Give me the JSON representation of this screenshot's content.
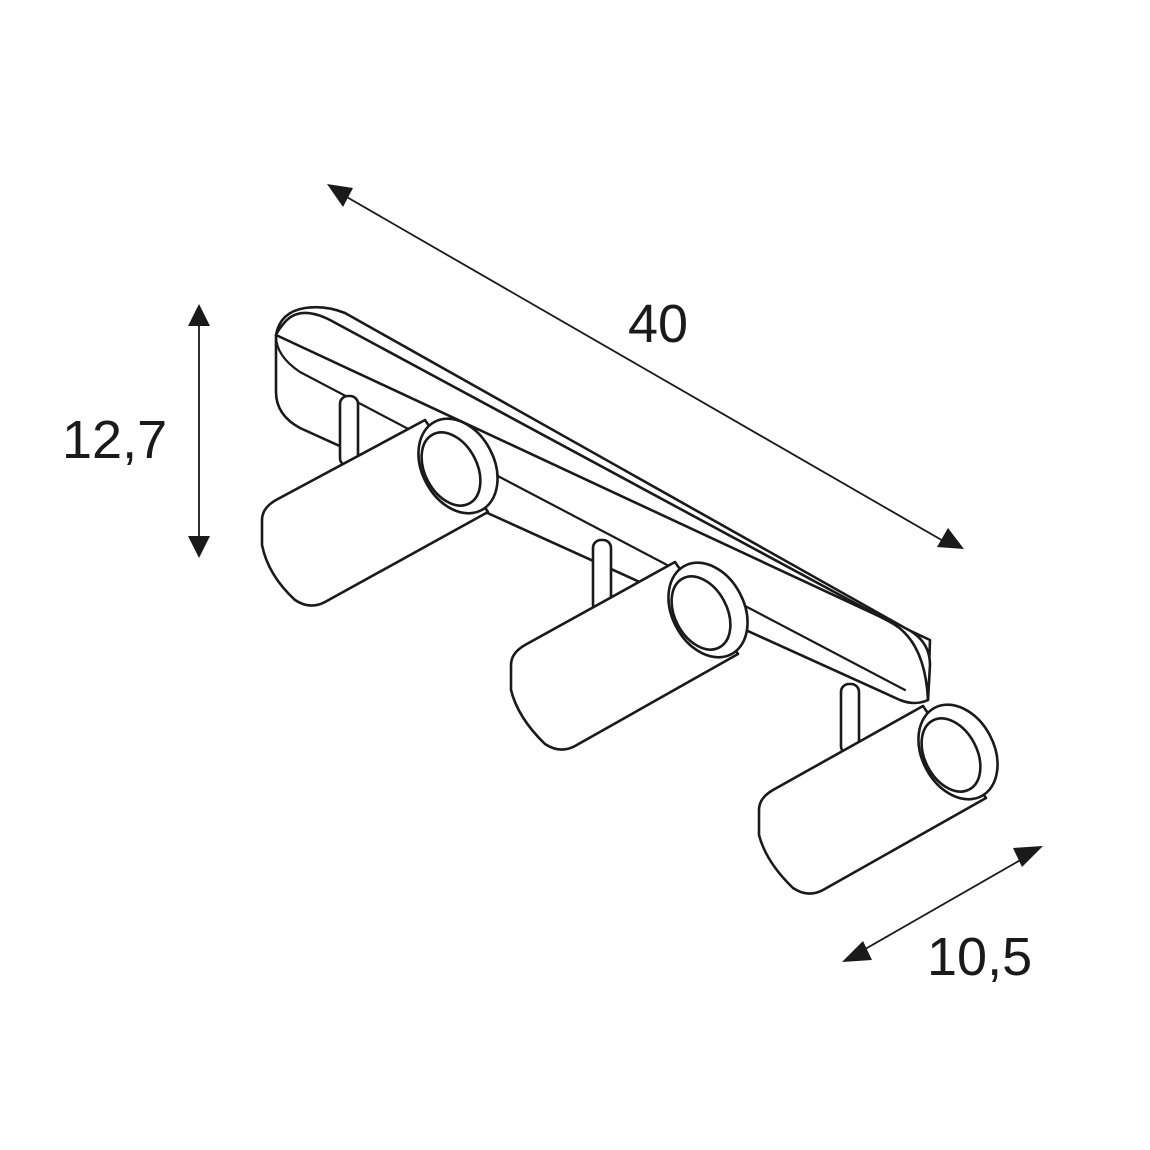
{
  "dimensions": {
    "length": "40",
    "height": "12,7",
    "depth": "10,5"
  },
  "colors": {
    "line": "#1a1a1a",
    "background": "#ffffff"
  }
}
